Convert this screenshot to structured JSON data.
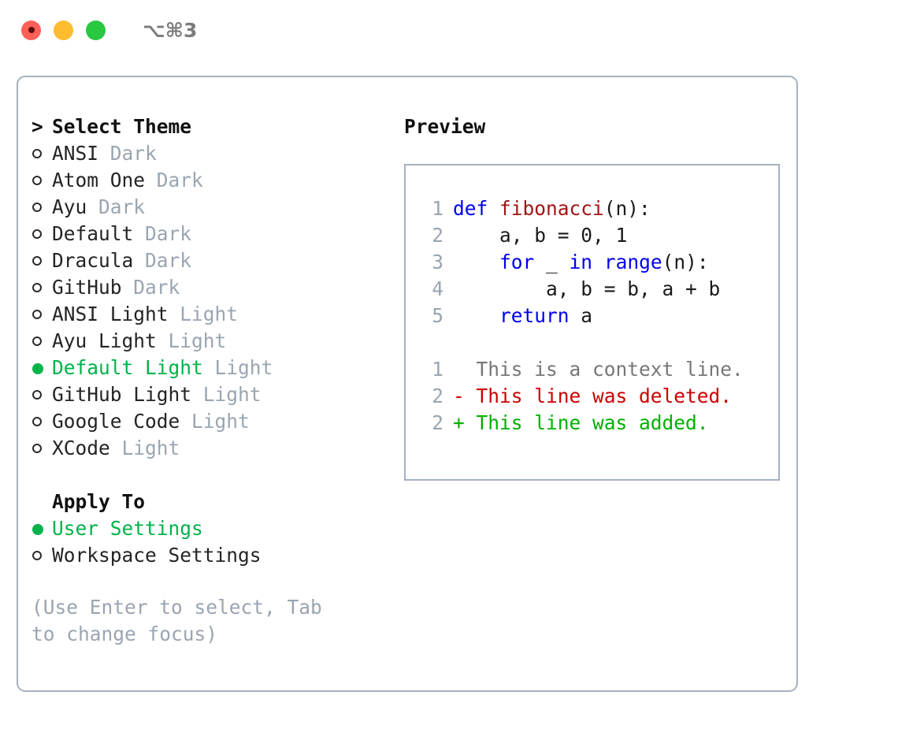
{
  "titlebar": {
    "buttons": [
      "close",
      "minimize",
      "maximize"
    ],
    "shortcut": "⌥⌘3"
  },
  "left": {
    "heading_caret": ">",
    "heading": "Select Theme",
    "themes": [
      {
        "bullet": "o",
        "name": "ANSI",
        "tag": "Dark",
        "selected": false
      },
      {
        "bullet": "o",
        "name": "Atom One",
        "tag": "Dark",
        "selected": false
      },
      {
        "bullet": "o",
        "name": "Ayu",
        "tag": "Dark",
        "selected": false
      },
      {
        "bullet": "o",
        "name": "Default",
        "tag": "Dark",
        "selected": false
      },
      {
        "bullet": "o",
        "name": "Dracula",
        "tag": "Dark",
        "selected": false
      },
      {
        "bullet": "o",
        "name": "GitHub",
        "tag": "Dark",
        "selected": false
      },
      {
        "bullet": "o",
        "name": "ANSI Light",
        "tag": "Light",
        "selected": false
      },
      {
        "bullet": "o",
        "name": "Ayu Light",
        "tag": "Light",
        "selected": false
      },
      {
        "bullet": "●",
        "name": "Default Light",
        "tag": "Light",
        "selected": true
      },
      {
        "bullet": "o",
        "name": "GitHub Light",
        "tag": "Light",
        "selected": false
      },
      {
        "bullet": "o",
        "name": "Google Code",
        "tag": "Light",
        "selected": false
      },
      {
        "bullet": "o",
        "name": "XCode",
        "tag": "Light",
        "selected": false
      }
    ],
    "apply_to_heading": "Apply To",
    "apply_to_options": [
      {
        "bullet": "●",
        "label": "User Settings",
        "selected": true
      },
      {
        "bullet": "o",
        "label": "Workspace Settings",
        "selected": false
      }
    ],
    "hint": "(Use Enter to select, Tab to change focus)"
  },
  "preview": {
    "title": "Preview",
    "code_lines": [
      {
        "num": "1",
        "tokens": [
          {
            "t": "def ",
            "c": "kw"
          },
          {
            "t": "fibonacci",
            "c": "fn"
          },
          {
            "t": "(n):",
            "c": "ctext"
          }
        ]
      },
      {
        "num": "2",
        "tokens": [
          {
            "t": "    a, b = 0, 1",
            "c": "ctext"
          }
        ]
      },
      {
        "num": "3",
        "tokens": [
          {
            "t": "    ",
            "c": "ctext"
          },
          {
            "t": "for",
            "c": "kw"
          },
          {
            "t": " _ ",
            "c": "ctext"
          },
          {
            "t": "in",
            "c": "kw"
          },
          {
            "t": " ",
            "c": "ctext"
          },
          {
            "t": "range",
            "c": "kw"
          },
          {
            "t": "(n):",
            "c": "ctext"
          }
        ]
      },
      {
        "num": "4",
        "tokens": [
          {
            "t": "        a, b = b, a + b",
            "c": "ctext"
          }
        ]
      },
      {
        "num": "5",
        "tokens": [
          {
            "t": "    ",
            "c": "ctext"
          },
          {
            "t": "return",
            "c": "kw"
          },
          {
            "t": " a",
            "c": "ctext"
          }
        ]
      }
    ],
    "diff_lines": [
      {
        "num": "1",
        "marker": " ",
        "text": " This is a context line.",
        "kind": "diff-ctx"
      },
      {
        "num": "2",
        "marker": "-",
        "text": " This line was deleted.",
        "kind": "diff-del"
      },
      {
        "num": "2",
        "marker": "+",
        "text": " This line was added.",
        "kind": "diff-add"
      }
    ]
  },
  "colors": {
    "accent_green": "#00b34a",
    "muted_tag": "#9aa5b1",
    "border": "#a7b1bf",
    "keyword_blue": "#0000ee",
    "function_red": "#a31515",
    "diff_delete": "#cc0000",
    "diff_add": "#00b000"
  }
}
